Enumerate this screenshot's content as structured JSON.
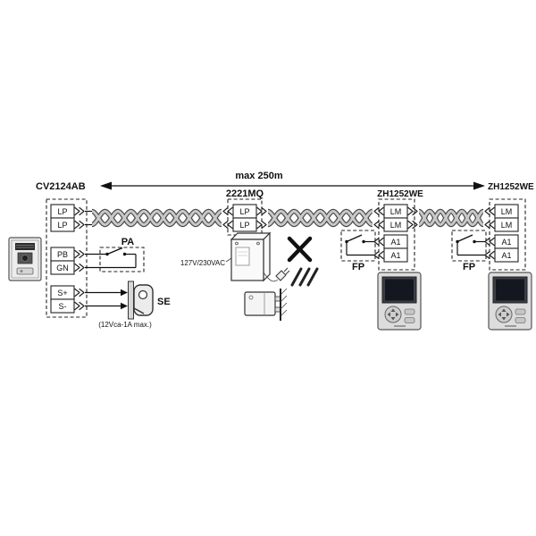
{
  "arrow": {
    "distance_label": "max 250m"
  },
  "devices": {
    "door_station": {
      "model": "CV2124AB"
    },
    "power_supply": {
      "model": "2221MQ",
      "mains_label": "127V/230VAC"
    },
    "monitor_1": {
      "model": "ZH1252WE"
    },
    "monitor_2": {
      "model": "ZH1252WE"
    }
  },
  "annotations": {
    "pa": "PA",
    "se": "SE",
    "fp_1": "FP",
    "fp_2": "FP",
    "lock_rating": "(12Vca-1A max.)"
  },
  "terminals": {
    "door_station": [
      "LP",
      "LP",
      "PB",
      "GN",
      "S+",
      "S-"
    ],
    "power_supply": [
      "LP",
      "LP"
    ],
    "monitor_1": [
      "LM",
      "LM",
      "A1",
      "A1"
    ],
    "monitor_2": [
      "LM",
      "LM",
      "A1",
      "A1"
    ]
  }
}
